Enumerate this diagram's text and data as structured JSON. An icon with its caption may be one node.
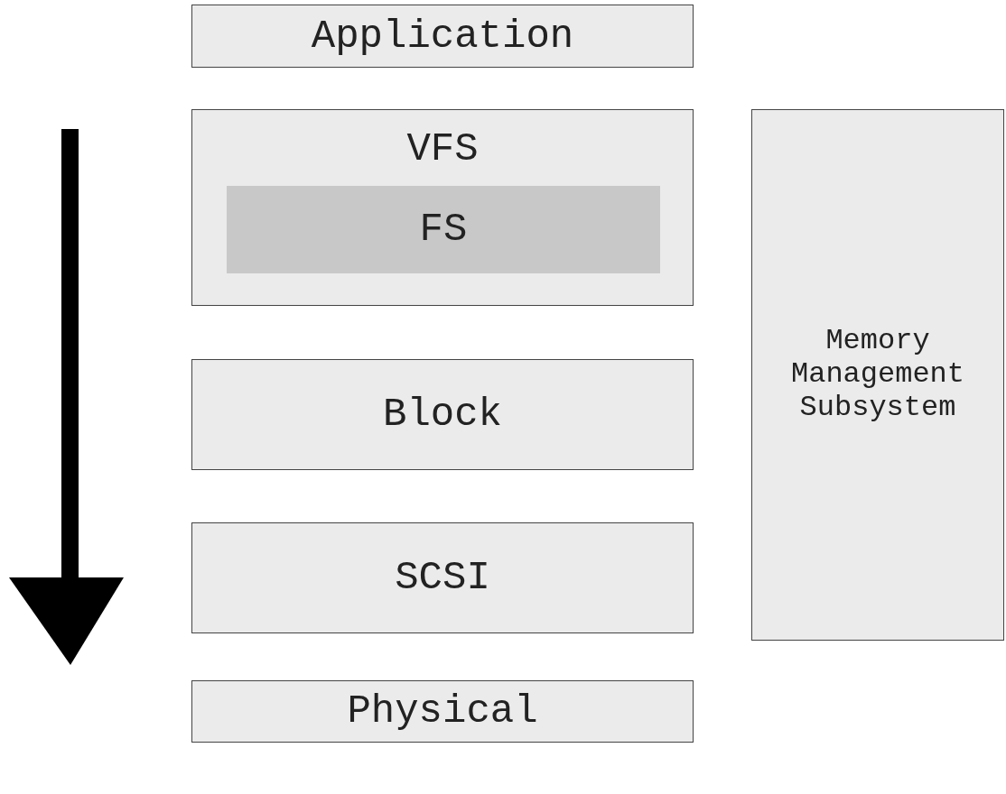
{
  "diagram": {
    "nodes": [
      {
        "text": [
          "Application"
        ]
      },
      {
        "text": [
          "VFS"
        ]
      },
      {
        "text": [
          "FS"
        ],
        "in": 1
      },
      {
        "text": [
          "Block"
        ]
      },
      {
        "text": [
          "SCSI"
        ]
      },
      {
        "text": [
          "Physical"
        ]
      },
      {
        "text": [
          "Memory Management Subsystem"
        ]
      }
    ]
  }
}
